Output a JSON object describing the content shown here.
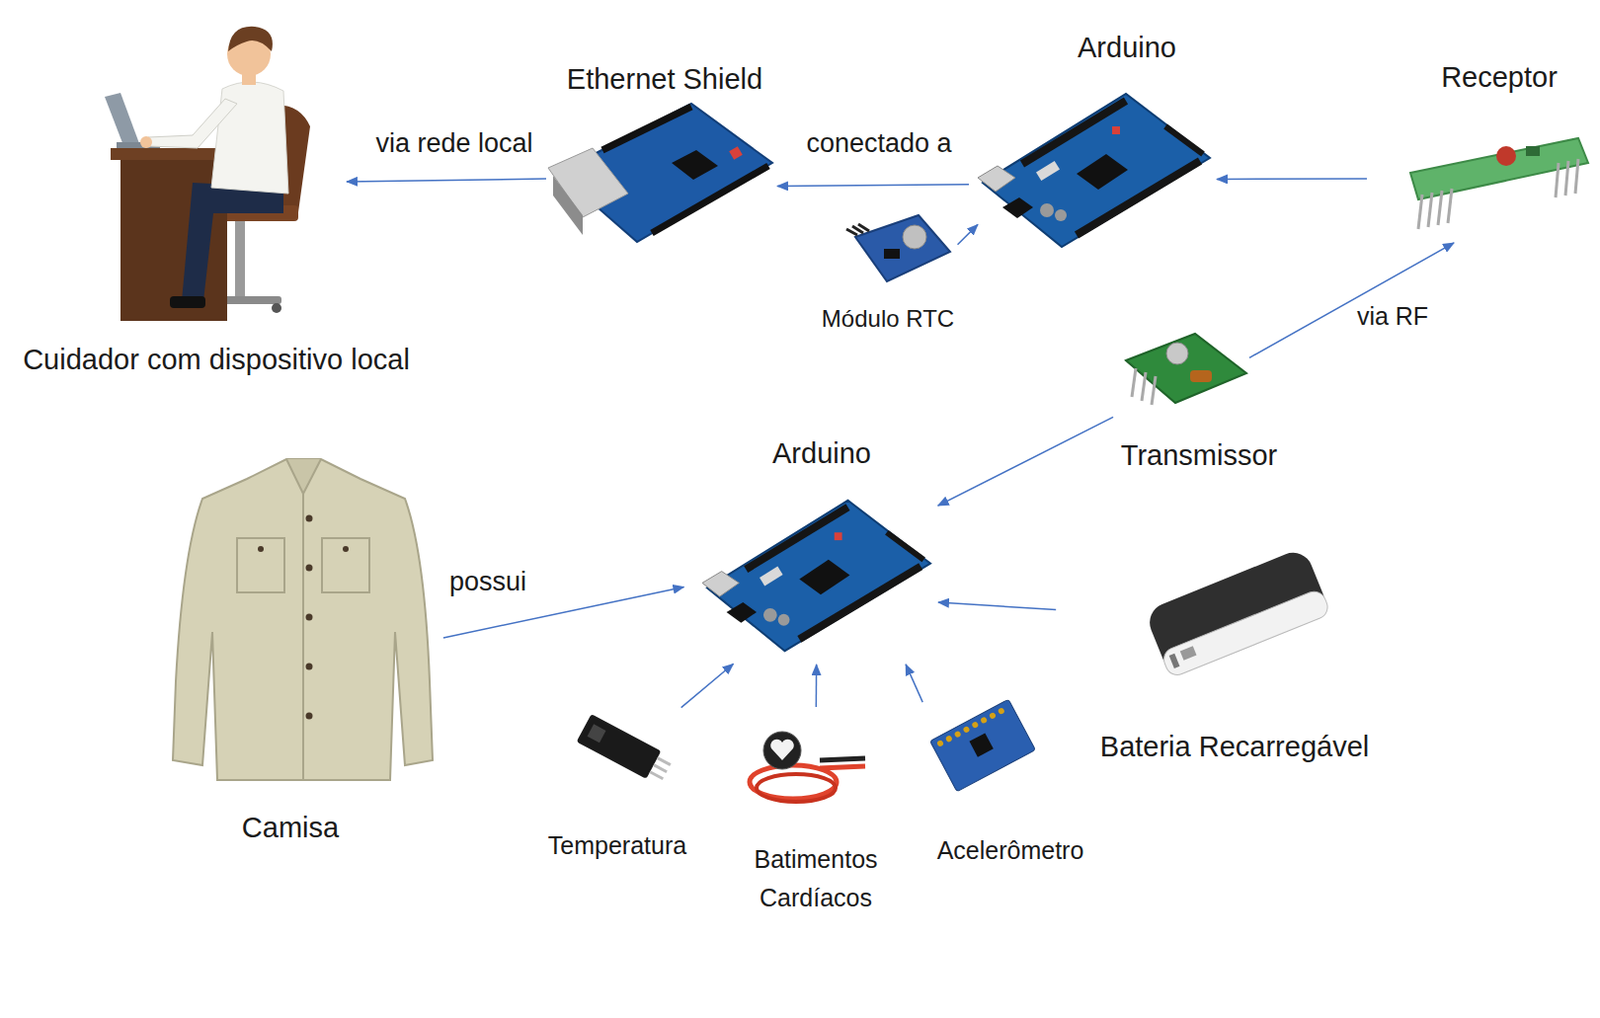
{
  "diagram": {
    "nodes": [
      {
        "text": [
          "Cuidador com dispositivo local"
        ]
      },
      {
        "text": [
          "Ethernet Shield"
        ]
      },
      {
        "text": [
          "Arduino"
        ]
      },
      {
        "text": [
          "Receptor"
        ]
      },
      {
        "text": [
          "Módulo RTC"
        ]
      },
      {
        "text": [
          "Transmissor"
        ]
      },
      {
        "text": [
          "Arduino"
        ]
      },
      {
        "text": [
          "Camisa"
        ]
      },
      {
        "text": [
          "Bateria Recarregável"
        ]
      },
      {
        "text": [
          "Temperatura"
        ]
      },
      {
        "text": [
          "Batimentos Cardíacos"
        ]
      },
      {
        "text": [
          "Acelerômetro"
        ]
      }
    ],
    "edges": [
      {
        "from": 1,
        "to": 0,
        "label": "via rede local",
        "arrow": "to"
      },
      {
        "from": 2,
        "to": 1,
        "label": "conectado a",
        "arrow": "to"
      },
      {
        "from": 3,
        "to": 2,
        "arrow": "to"
      },
      {
        "from": 4,
        "to": 2,
        "arrow": "to"
      },
      {
        "from": 5,
        "to": 3,
        "label": "via RF",
        "arrow": "to"
      },
      {
        "from": 5,
        "to": 6,
        "arrow": "to"
      },
      {
        "from": 7,
        "to": 6,
        "label": "possui",
        "arrow": "to"
      },
      {
        "from": 8,
        "to": 6,
        "arrow": "to"
      },
      {
        "from": 9,
        "to": 6,
        "arrow": "to"
      },
      {
        "from": 10,
        "to": 6,
        "arrow": "to"
      },
      {
        "from": 11,
        "to": 6,
        "arrow": "to"
      }
    ]
  }
}
